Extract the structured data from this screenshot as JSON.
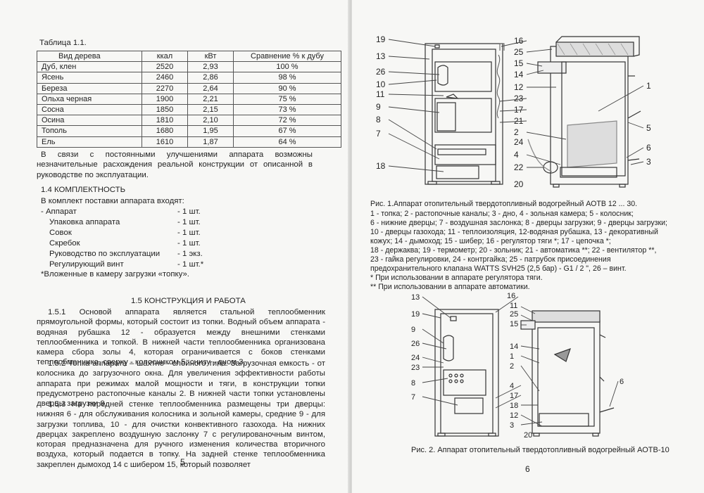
{
  "left": {
    "table_title": "Таблица 1.1.",
    "table_headers": [
      "Вид дерева",
      "ккал",
      "кВт",
      "Сравнение % к дубу"
    ],
    "table_rows": [
      [
        "Дуб, клен",
        "2520",
        "2,93",
        "100 %"
      ],
      [
        "Ясень",
        "2460",
        "2,86",
        "98 %"
      ],
      [
        "Береза",
        "2270",
        "2,64",
        "90 %"
      ],
      [
        "Ольха черная",
        "1900",
        "2,21",
        "75 %"
      ],
      [
        "Сосна",
        "1850",
        "2,15",
        "73 %"
      ],
      [
        "Осина",
        "1810",
        "2,10",
        "72 %"
      ],
      [
        "Тополь",
        "1680",
        "1,95",
        "67 %"
      ],
      [
        "Ель",
        "1610",
        "1,87",
        "64 %"
      ]
    ],
    "note": "В связи с постоянными улучшениями аппарата возможны незначительные расхождения реальной конструкции от описанной в руководстве по эксплуатации.",
    "sec14_title": "1.4 КОМПЛЕКТНОСТЬ",
    "sec14_intro": "В комплект поставки аппарата входят:",
    "items": [
      {
        "name": "-  Аппарат",
        "qty": "- 1 шт."
      },
      {
        "name": "Упаковка аппарата",
        "qty": "- 1 шт."
      },
      {
        "name": "Совок",
        "qty": "- 1 шт."
      },
      {
        "name": "Скребок",
        "qty": "- 1 шт."
      },
      {
        "name": "Руководство по эксплуатации",
        "qty": "- 1 экз."
      },
      {
        "name": "Регулирующий винт",
        "qty": "- 1 шт.*"
      }
    ],
    "items_note": "*Вложенные в камеру загрузки «топку».",
    "sec15_title": "1.5 КОНСТРУКЦИЯ И РАБОТА",
    "p151": "1.5.1 Основой аппарата является стальной теплообменник прямоугольной формы, который состоит из топки. Водный объем аппарата - водяная рубашка 12 - образуется между внешними стенками теплообменника и топкой. В нижней части теплообменника организована камера сбора золы 4, которая ограничивается с боков стенками теплообменника, сверху - колосником 5, снизу - дном 3.",
    "p152": "1.5.2 Топка аппарата – шахтно - слойного типа. Загрузочная емкость - от колосника до загрузочного окна. Для увеличения эффективности работы аппарата при режимах малой мощности и тяги, в конструкции топки предусмотрено растопочные каналы 2. В нижней части топки установлены дверцы загрузки 9.",
    "p153": "1.5.3 На передней стенке теплообменника размещены три дверцы: нижняя 6 - для обслуживания колосника и зольной камеры, средние 9 - для загрузки топлива, 10 - для очистки конвективного газохода. На нижних дверцах закреплено воздушную заслонку 7 с регулированочным винтом, которая предназначена для ручного изменения количества вторичного воздуха, который подается в топку. На задней стенке теплообменника закреплен дымоход 14 с шибером 15, который позволяет",
    "page_number": "5"
  },
  "right": {
    "fig1_caption_title": "Рис. 1.Аппарат отопительный твердотопливный водогрейный АОТВ 12 ... 30.",
    "fig1_caption_lines": [
      "1 - топка; 2 - растопочные каналы; 3 - дно, 4 - зольная камера; 5 - колосник;",
      "6 - нижние дверцы; 7 - воздушная заслонка; 8 - дверцы загрузки; 9 - дверцы загрузки;",
      "10 - дверцы газохода; 11 - теплоизоляция, 12-водяная рубашка, 13 - декоративный",
      "кожух; 14 - дымоход; 15 - шибер; 16 - регулятор тяги *; 17 - цепочка *;",
      "18 - держаква; 19 - термометр; 20 - зольник; 21 - автоматика **; 22 - вентилятор **,",
      "23 - гайка регулировки, 24 - контргайка; 25 - патрубок присоединения",
      "предохранительного клапана WATTS SVH25 (2,5 бар) - G1 / 2 \", 26 – винт.",
      "* При использовании в аппарате регулятора тяги.",
      "** При использовании в аппарате автоматики."
    ],
    "fig1_labels_left": [
      "19",
      "13",
      "26",
      "10",
      "11",
      "9",
      "8",
      "7",
      "18"
    ],
    "fig1_labels_mid": [
      "16",
      "25",
      "15",
      "14",
      "12",
      "23",
      "17",
      "21",
      "2",
      "24",
      "4",
      "22",
      "20"
    ],
    "fig1_labels_right": [
      "1",
      "5",
      "6",
      "3"
    ],
    "fig2_labels_left": [
      "13",
      "19",
      "9",
      "26",
      "24",
      "23",
      "8",
      "7"
    ],
    "fig2_labels_mid": [
      "16",
      "11",
      "25",
      "15",
      "14",
      "1",
      "2",
      "4",
      "17",
      "18",
      "12",
      "3",
      "20"
    ],
    "fig2_labels_right": [
      "6"
    ],
    "fig2_caption": "Рис. 2. Аппарат отопительный твердотопливный водогрейный АОТВ-10",
    "page_number": "6"
  },
  "colors": {
    "paper": "#f7f7f5",
    "ink": "#222222",
    "line": "#444444",
    "hatch": "#888888"
  }
}
